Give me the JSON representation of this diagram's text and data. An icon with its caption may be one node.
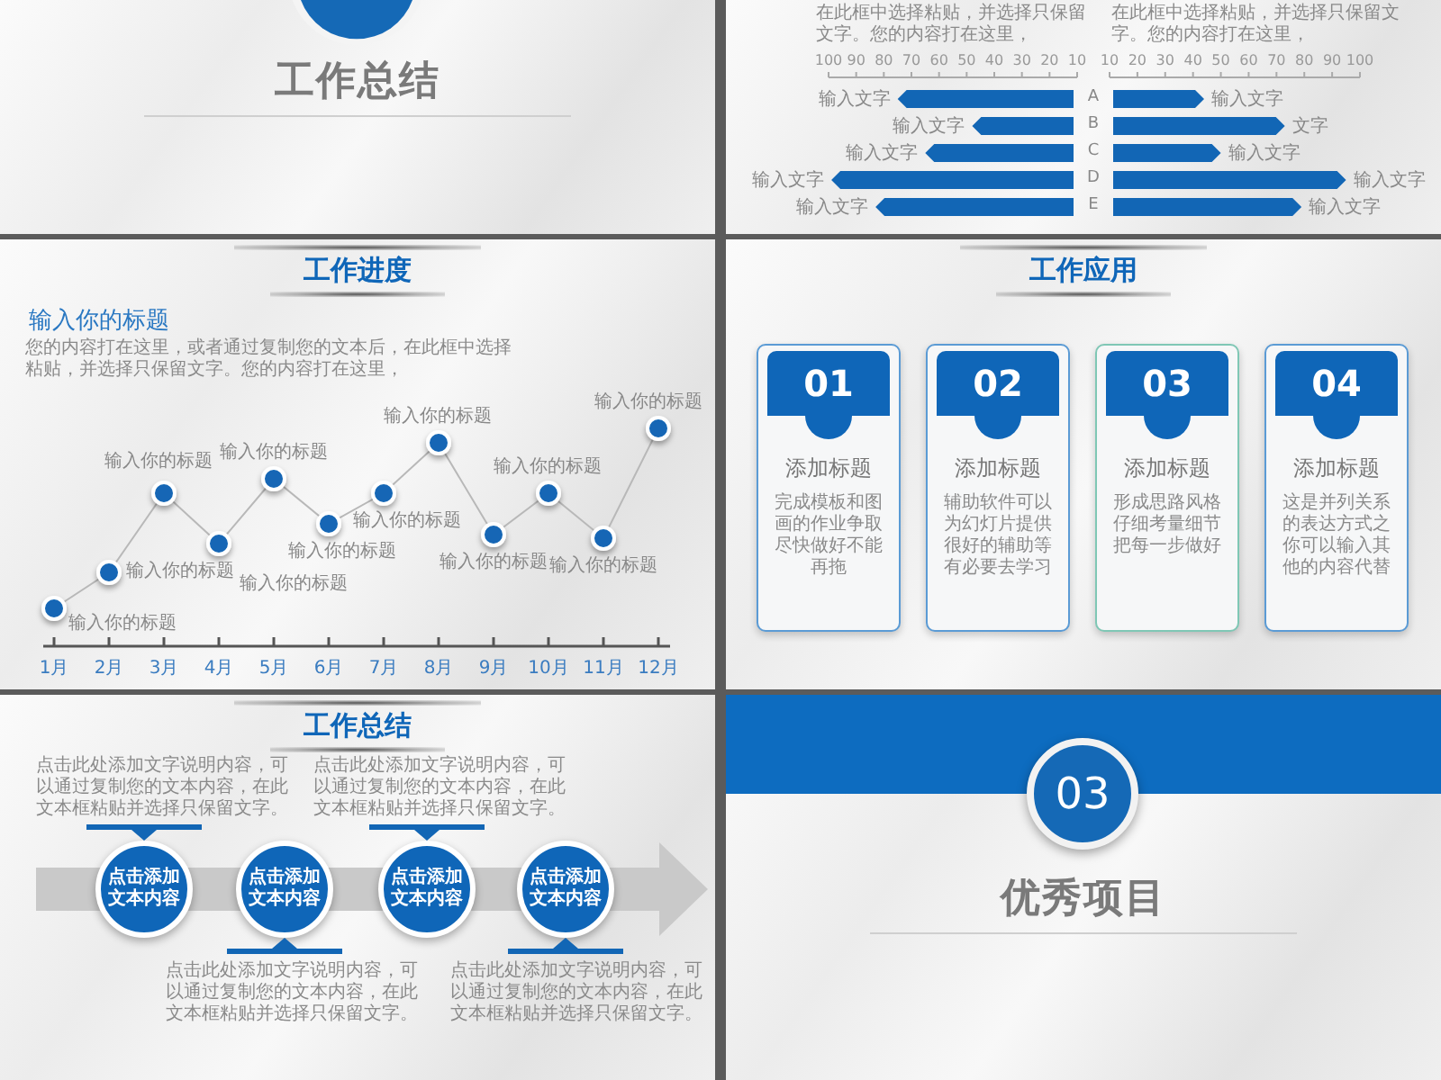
{
  "diagram": {
    "nodes": [
      {
        "text": [
          "工作总结"
        ]
      },
      {
        "text": [
          "在此框中选择粘贴，并选择只保留文字。您的内容打在这里，",
          "在此框中选择粘贴，并选择只保留文字。您的内容打在这里，"
        ]
      },
      {
        "text": [
          "工作进度",
          "输入你的标题",
          "您的内容打在这里，或者通过复制您的文本后，在此框中选择粘贴，并选择只保留文字。您的内容打在这里，"
        ]
      },
      {
        "text": [
          "工作应用"
        ]
      },
      {
        "text": [
          "01",
          "添加标题",
          "完成模板和图画的作业争取尽快做好不能再拖"
        ],
        "in": 3
      },
      {
        "text": [
          "02",
          "添加标题",
          "辅助软件可以为幻灯片提供很好的辅助等有必要去学习"
        ],
        "in": 3
      },
      {
        "text": [
          "03",
          "添加标题",
          "形成思路风格仔细考量细节把每一步做好"
        ],
        "in": 3
      },
      {
        "text": [
          "04",
          "添加标题",
          "这是并列关系的表达方式之你可以输入其他的内容代替"
        ],
        "in": 3
      },
      {
        "text": [
          "工作总结"
        ]
      },
      {
        "text": [
          "点击添加文本内容"
        ],
        "in": 8,
        "beside": [
          "点击此处添加文字说明内容，可以通过复制您的文本内容，在此文本框粘贴并选择只保留文字。"
        ]
      },
      {
        "text": [
          "点击添加文本内容"
        ],
        "in": 8,
        "beside": [
          "点击此处添加文字说明内容，可以通过复制您的文本内容，在此文本框粘贴并选择只保留文字。"
        ]
      },
      {
        "text": [
          "点击添加文本内容"
        ],
        "in": 8,
        "beside": [
          "点击此处添加文字说明内容，可以通过复制您的文本内容，在此文本框粘贴并选择只保留文字。"
        ]
      },
      {
        "text": [
          "点击添加文本内容"
        ],
        "in": 8,
        "beside": [
          "点击此处添加文字说明内容，可以通过复制您的文本内容，在此文本框粘贴并选择只保留文字。"
        ]
      },
      {
        "text": [
          "优秀项目"
        ]
      },
      {
        "text": [
          "03"
        ],
        "in": 13
      }
    ],
    "labels": [
      "输入文字",
      "输入文字",
      "输入文字",
      "文字",
      "输入文字",
      "输入文字",
      "输入文字",
      "输入文字",
      "输入文字",
      "输入文字",
      "输入你的标题",
      "输入你的标题",
      "输入你的标题",
      "输入你的标题",
      "输入你的标题",
      "输入你的标题",
      "输入你的标题",
      "输入你的标题",
      "输入你的标题",
      "输入你的标题",
      "输入你的标题",
      "输入你的标题",
      "1月",
      "2月",
      "3月",
      "4月",
      "5月",
      "6月",
      "7月",
      "8月",
      "9月",
      "10月",
      "11月",
      "12月"
    ],
    "chart_data": [
      {
        "type": "bar",
        "orientation": "horizontal",
        "categories": [
          "A",
          "B",
          "C",
          "D",
          "E"
        ],
        "series": [
          {
            "color": "#1266b5",
            "values": [
              75,
              48,
              65,
              99,
              83
            ]
          }
        ],
        "xlim": [
          100,
          10
        ],
        "xticks": [
          100,
          90,
          80,
          70,
          60,
          50,
          40,
          30,
          20,
          10
        ]
      },
      {
        "type": "bar",
        "orientation": "horizontal",
        "categories": [
          null,
          null,
          null,
          null,
          null
        ],
        "series": [
          {
            "color": "#1266b5",
            "values": [
              44,
              73,
              50,
              95,
              79
            ]
          }
        ],
        "xlim": [
          10,
          100
        ],
        "xticks": [
          10,
          20,
          30,
          40,
          50,
          60,
          70,
          80,
          90,
          100
        ]
      }
    ]
  }
}
